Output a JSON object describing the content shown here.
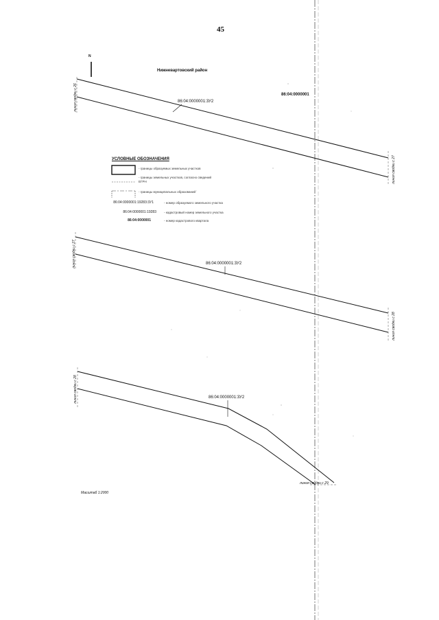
{
  "page_number": "45",
  "district_title": "Нижневартовский район",
  "quarter_number": "86:04:0000001",
  "parcel_label": "86:04:0000001:3У2",
  "north_mark": "N",
  "edge_labels": {
    "panel1_left": "линия сводки с 26",
    "panel1_right": "линия сводки с 27",
    "panel2_left": "линия сводки с 27",
    "panel2_right": "линия сводки с 28",
    "panel3_left": "линия сводки с 28",
    "panel3_bottom": "линия сводки с 29"
  },
  "legend": {
    "title": "УСЛОВНЫЕ ОБОЗНАЧЕНИЯ",
    "items": [
      {
        "text": "- границы образуемых земельных участков"
      },
      {
        "text": "- границы земельных участков, согласно сведений ЕГРН"
      },
      {
        "text": "- границы муниципальных образований"
      }
    ],
    "codes": [
      {
        "code": "86:04:0000001:19283:3У1",
        "text": "- номер образуемого земельного участка"
      },
      {
        "code": "86:04:0000001:19283",
        "text": "- кадастровый номер земельного участка"
      },
      {
        "code": "86:04:0000001",
        "text": "- номер кадастрового квартала"
      }
    ]
  },
  "scale": "Масштаб 1:2000"
}
